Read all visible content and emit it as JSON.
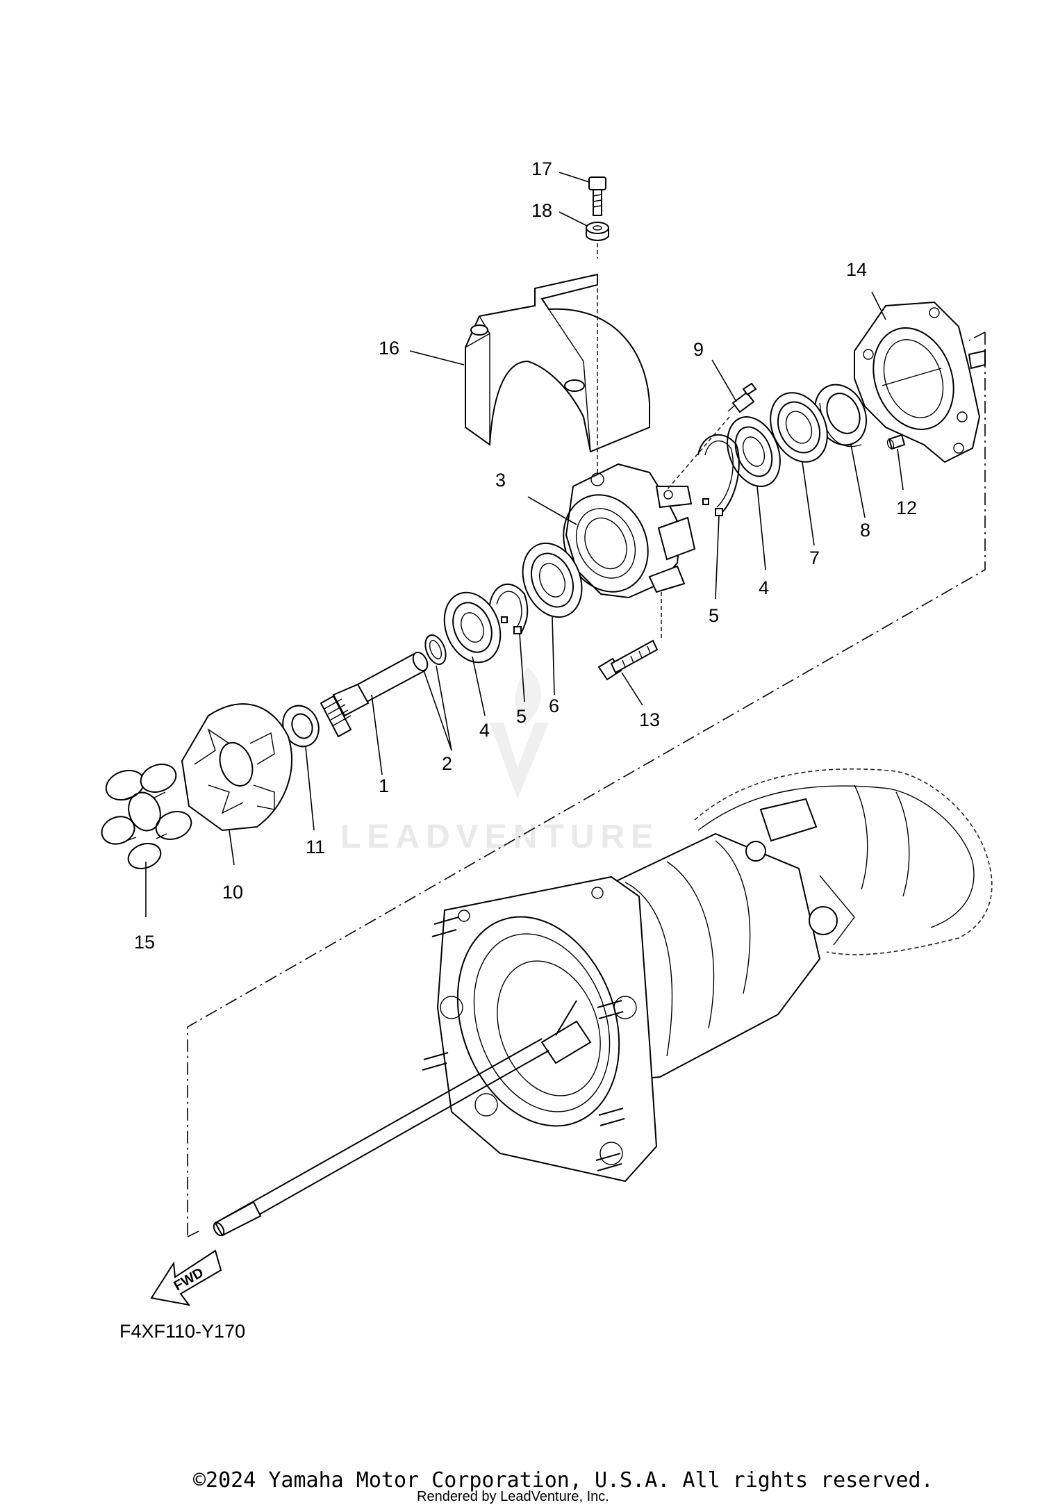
{
  "diagram": {
    "callouts": [
      {
        "id": "c1",
        "label": "1"
      },
      {
        "id": "c2",
        "label": "2"
      },
      {
        "id": "c3",
        "label": "3"
      },
      {
        "id": "c4a",
        "label": "4"
      },
      {
        "id": "c4b",
        "label": "4"
      },
      {
        "id": "c5a",
        "label": "5"
      },
      {
        "id": "c5b",
        "label": "5"
      },
      {
        "id": "c6",
        "label": "6"
      },
      {
        "id": "c7",
        "label": "7"
      },
      {
        "id": "c8",
        "label": "8"
      },
      {
        "id": "c9",
        "label": "9"
      },
      {
        "id": "c10",
        "label": "10"
      },
      {
        "id": "c11",
        "label": "11"
      },
      {
        "id": "c12",
        "label": "12"
      },
      {
        "id": "c13",
        "label": "13"
      },
      {
        "id": "c14",
        "label": "14"
      },
      {
        "id": "c15",
        "label": "15"
      },
      {
        "id": "c16",
        "label": "16"
      },
      {
        "id": "c17",
        "label": "17"
      },
      {
        "id": "c18",
        "label": "18"
      }
    ],
    "fwd_label": "FWD",
    "figure_code": "F4XF110-Y170"
  },
  "watermark": {
    "text": "LEADVENTURE"
  },
  "footer": {
    "copyright": "©2024 Yamaha Motor Corporation, U.S.A. All rights reserved.",
    "rendered_by": "Rendered by LeadVenture, Inc."
  }
}
